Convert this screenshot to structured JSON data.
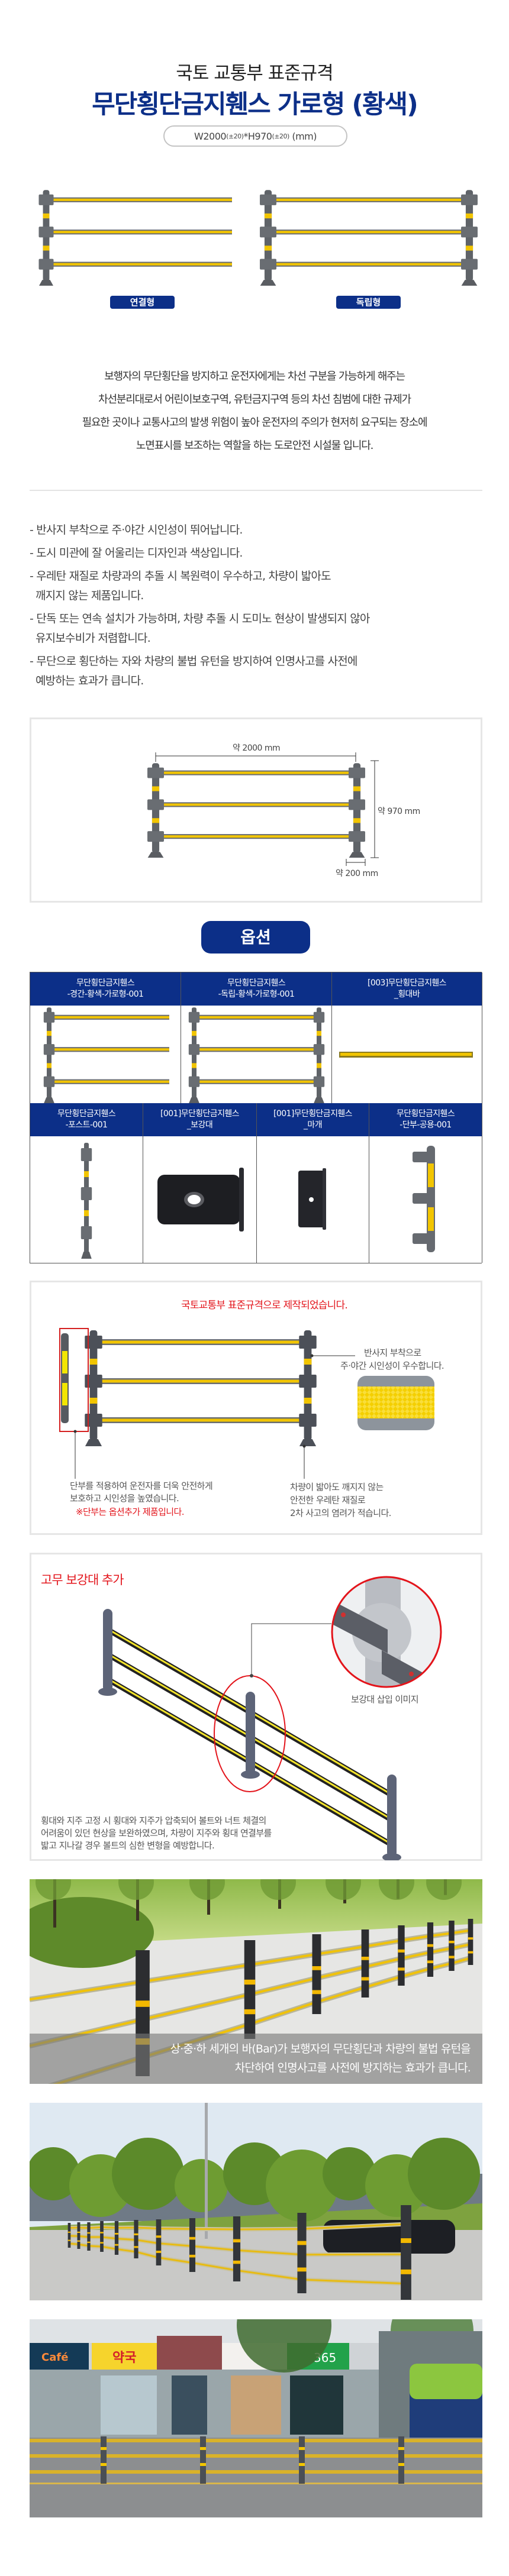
{
  "header": {
    "subtitle": "국토 교통부 표준규격",
    "title": "무단횡단금지휀스 가로형 (황색)",
    "size_parts": [
      "W2000",
      "(±20)",
      "*H970",
      "(±20)",
      " (mm)"
    ]
  },
  "types": [
    {
      "label": "연결형"
    },
    {
      "label": "독립형"
    }
  ],
  "description": [
    "보행자의 무단횡단을 방지하고 운전자에게는 차선 구분을 가능하게 해주는",
    "차선분리대로서 어린이보호구역, 유턴금지구역 등의 차선 침범에 대한 규제가",
    "필요한 곳이나 교통사고의 발생 위험이 높아 운전자의 주의가 현저히 요구되는 장소에",
    "노면표시를 보조하는 역할을 하는 도로안전 시설물 입니다."
  ],
  "features": [
    "- 반사지 부착으로 주·야간 시인성이 뛰어납니다.",
    "- 도시 미관에 잘 어울리는 디자인과 색상입니다.",
    "- 우레탄 재질로 차량과의 추돌 시 복원력이 우수하고, 차량이 밟아도\n깨지지 않는 제품입니다.",
    "- 단독 또는 연속 설치가 가능하며, 차량 추돌 시 도미노 현상이 발생되지 않아\n유지보수비가 저렴합니다.",
    "- 무단으로 횡단하는 자와 차량의 불법 유턴을 방지하여 인명사고를 사전에\n예방하는 효과가 큽니다."
  ],
  "dimensions": {
    "width": "약 2000 mm",
    "height": "약 970 mm",
    "base": "약 200 mm"
  },
  "options": {
    "title": "옵션",
    "row1": [
      {
        "line1": "무단횡단금지휀스",
        "line2": "-경간-황색-가로형-001"
      },
      {
        "line1": "무단횡단금지휀스",
        "line2": "-독립-황색-가로형-001"
      },
      {
        "line1": "[003]무단횡단금지휀스",
        "line2": "_횡대바"
      }
    ],
    "row2": [
      {
        "line1": "무단횡단금지휀스",
        "line2": "-포스트-001"
      },
      {
        "line1": "[001]무단횡단금지휀스",
        "line2": "_보강대"
      },
      {
        "line1": "[001]무단횡단금지휀스",
        "line2": "_마개"
      },
      {
        "line1": "무단횡단금지휀스",
        "line2": "-단부-공용-001"
      }
    ]
  },
  "standard": {
    "title": "국토교통부 표준규격으로 제작되었습니다.",
    "reflector_note": [
      "반사지 부착으로",
      "주·야간 시인성이 우수합니다."
    ],
    "end_note": [
      "단부를 적용하여 운전자를 더욱 안전하게",
      "보호하고 시인성을 높였습니다."
    ],
    "end_option_note": "※단부는 옵션추가 제품입니다.",
    "material_note": [
      "차량이 밟아도 깨지지 않는",
      "안전한 우레탄 재질로",
      "2차 사고의 염려가 적습니다."
    ]
  },
  "reinforcement": {
    "title": "고무 보강대 추가",
    "caption": "보강대 삽입 이미지",
    "description": [
      "횡대와 지주 고정 시 횡대와 지주가 압축되어 볼트와 너트 체결의",
      "어려움이 있던 현상을 보완하였으며, 차량이 지주와 횡대 연결부를",
      "밟고 지나갈 경우 볼트의 심한 변형을 예방합니다."
    ]
  },
  "photos": {
    "caption": [
      "상·중·하 세개의 바(Bar)가 보행자의 무단횡단과 차량의 불법 유턴을",
      "차단하여 인명사고를 사전에 방지하는 효과가 큽니다."
    ],
    "signs": [
      "Café",
      "약국",
      "365"
    ]
  },
  "colors": {
    "navy": "#0c2f88",
    "red": "#e3141b",
    "rail_yellow": "#f2c500",
    "post_gray": "#5f6368"
  }
}
